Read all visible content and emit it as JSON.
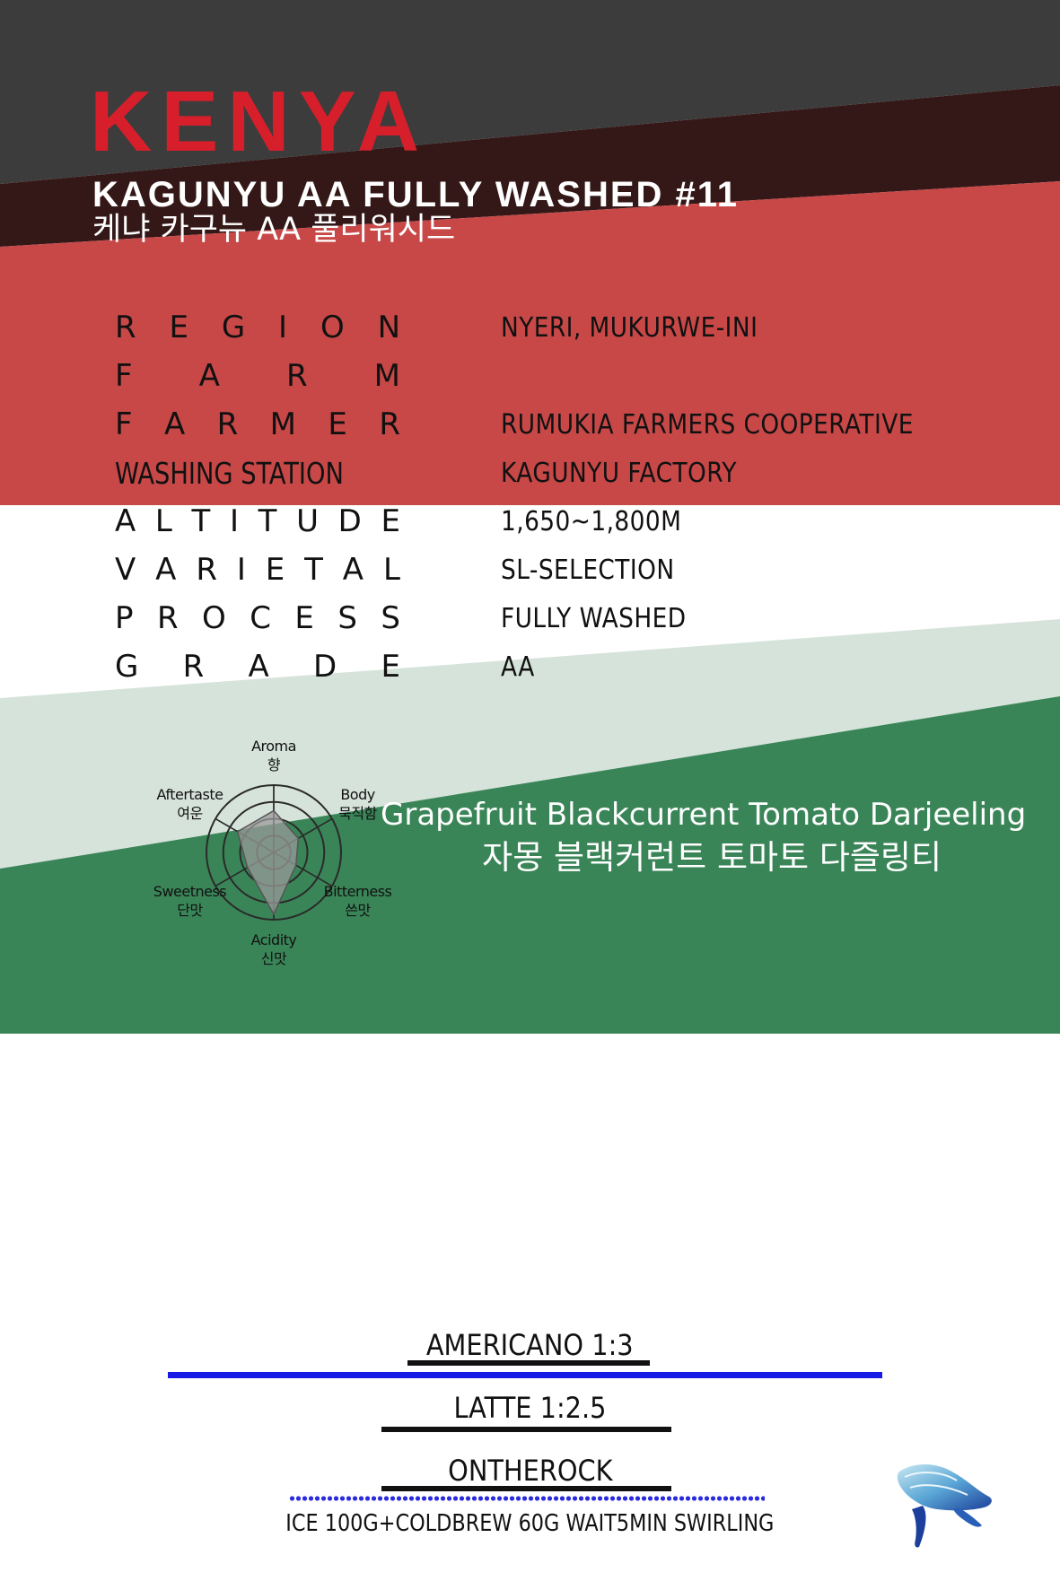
{
  "header": {
    "country": "KENYA",
    "name_en": "KAGUNYU AA FULLY WASHED #11",
    "name_ko": "케냐 카구뉴 AA 풀리워시드"
  },
  "specs": [
    {
      "label": "REGION",
      "value": "NYERI, MUKURWE-INI",
      "spaced": true
    },
    {
      "label": "FARM",
      "value": "",
      "spaced": true
    },
    {
      "label": "FARMER",
      "value": "RUMUKIA FARMERS COOPERATIVE",
      "spaced": true
    },
    {
      "label": "WASHING STATION",
      "value": "KAGUNYU FACTORY",
      "spaced": false
    },
    {
      "label": "ALTITUDE",
      "value": "1,650~1,800M",
      "spaced": true
    },
    {
      "label": "VARIETAL",
      "value": "SL-SELECTION",
      "spaced": true
    },
    {
      "label": "PROCESS",
      "value": "FULLY WASHED",
      "spaced": true
    },
    {
      "label": "GRADE",
      "value": "AA",
      "spaced": true
    }
  ],
  "profile": {
    "axes": [
      {
        "en": "Aroma",
        "ko": "향",
        "value": 0.62
      },
      {
        "en": "Body",
        "ko": "묵직함",
        "value": 0.42
      },
      {
        "en": "Bitterness",
        "ko": "쓴맛",
        "value": 0.38
      },
      {
        "en": "Acidity",
        "ko": "신맛",
        "value": 0.92
      },
      {
        "en": "Sweetness",
        "ko": "단맛",
        "value": 0.45
      },
      {
        "en": "Aftertaste",
        "ko": "여운",
        "value": 0.62
      }
    ],
    "rings": 4,
    "fill_color": "#9a9a9a",
    "line_color": "#2a2a2a"
  },
  "notes": {
    "en": "Grapefruit  Blackcurrent  Tomato  Darjeeling",
    "ko": "자몽 블랙커런트 토마토 다즐링티"
  },
  "recipes": {
    "americano": "AMERICANO  1:3",
    "latte": "LATTE  1:2.5",
    "ontherock": "ONTHEROCK",
    "ontherock_note": "ICE 100G+COLDBREW 60G  WAIT5MIN  SWIRLING"
  },
  "colors": {
    "top_band": "#3c3c3c",
    "dark_band": "#341717",
    "red_band": "#c84848",
    "pale_band": "#d6e3db",
    "green_band": "#3a8558",
    "title_red": "#d61f2b",
    "accent_blue": "#1a1ae6"
  }
}
